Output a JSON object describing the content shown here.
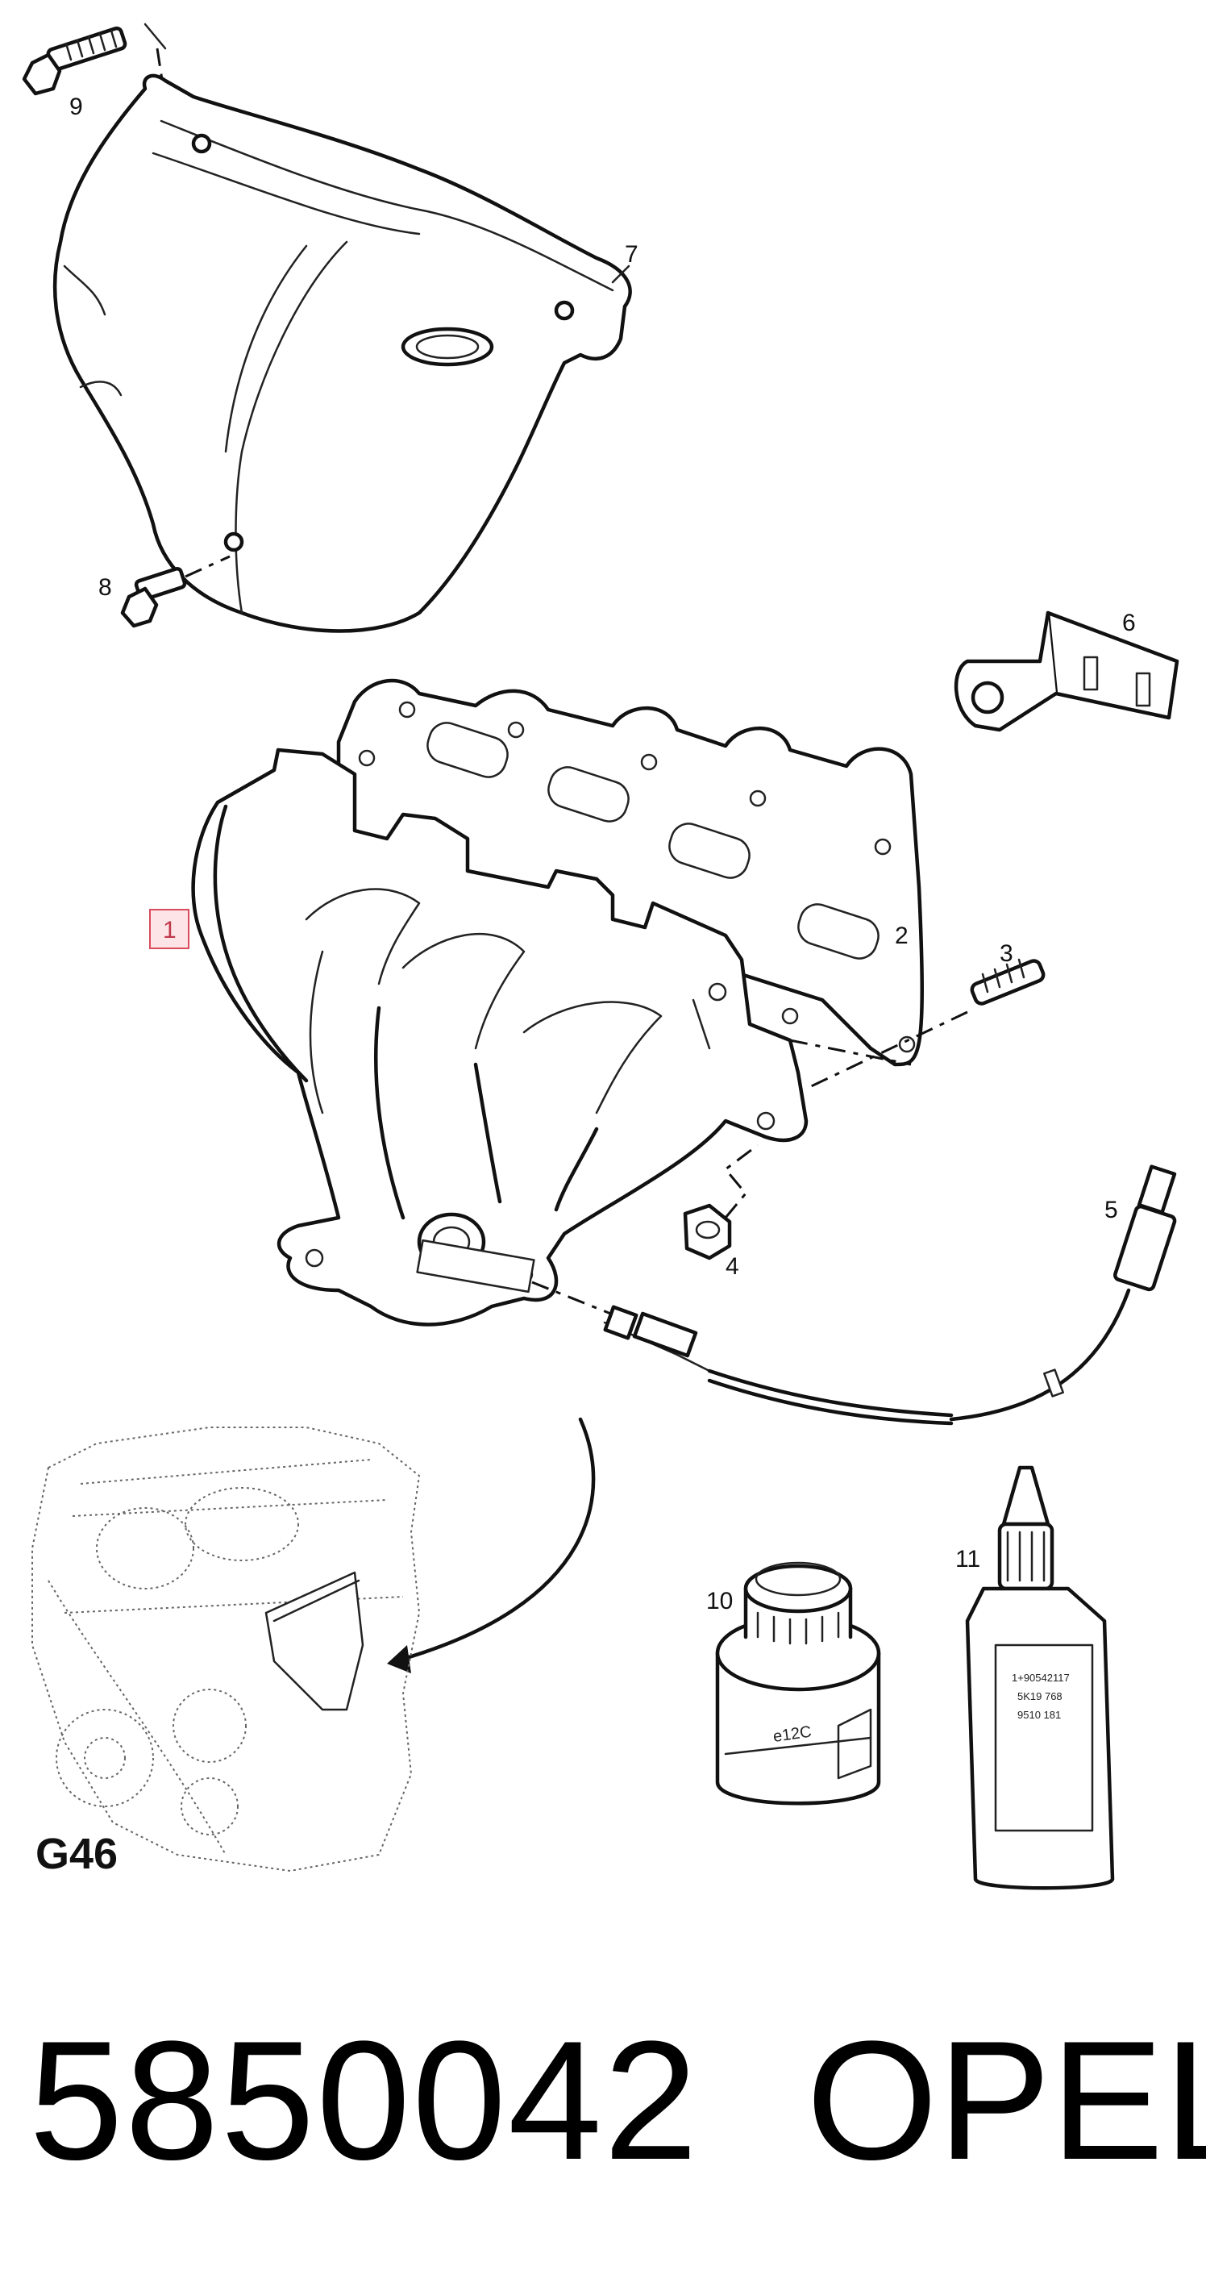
{
  "diagram": {
    "callouts": [
      {
        "id": "1",
        "label": "1",
        "highlighted": true
      },
      {
        "id": "2",
        "label": "2"
      },
      {
        "id": "3",
        "label": "3"
      },
      {
        "id": "4",
        "label": "4"
      },
      {
        "id": "5",
        "label": "5"
      },
      {
        "id": "6",
        "label": "6"
      },
      {
        "id": "7",
        "label": "7"
      },
      {
        "id": "8",
        "label": "8"
      },
      {
        "id": "9",
        "label": "9"
      },
      {
        "id": "10",
        "label": "10"
      },
      {
        "id": "11",
        "label": "11"
      }
    ],
    "highlight_color": "#d94b5d",
    "group_code": "G46",
    "product_label_11": [
      "1+90542117",
      "5K19 768",
      "9510 181"
    ],
    "product_label_10": "e12C"
  },
  "footer": {
    "part_number": "5850042",
    "brand": "OPEL"
  }
}
